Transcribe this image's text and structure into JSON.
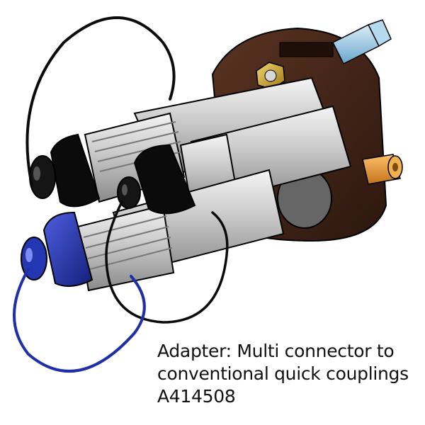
{
  "caption": {
    "line1": "Adapter: Multi connector to",
    "line2": "conventional quick couplings",
    "line3": "A414508"
  },
  "colors": {
    "flange": "#3d2216",
    "cap_black": "#0b0b0b",
    "cap_blue": "#1f2fa8",
    "coupling_silver": "#d4d4d4",
    "brass_nut": "#c9a227",
    "orange_fitting": "#e89a2c",
    "blue_nipple": "#8fc3e3"
  }
}
